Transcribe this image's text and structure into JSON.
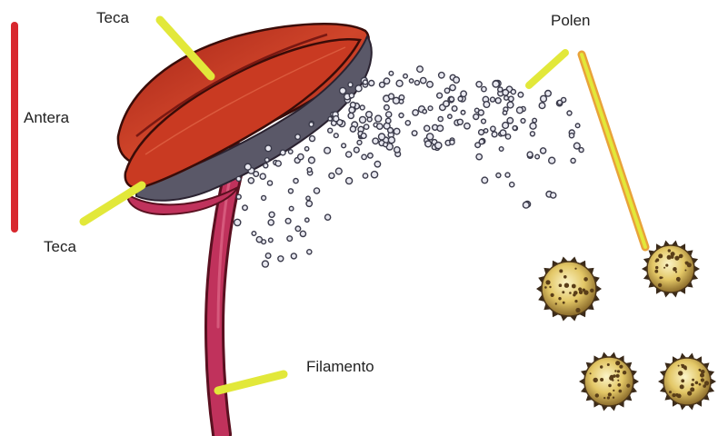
{
  "labels": {
    "teca_top": "Teca",
    "antera": "Antera",
    "teca_bottom": "Teca",
    "polen": "Polen",
    "filamento": "Filamento"
  },
  "colors": {
    "anther_fill": "#c8321e",
    "anther_dark": "#8e1a14",
    "filament": "#c0325c",
    "pointer_yellow": "#e2e83a",
    "antera_bar": "#d8282e",
    "pollen_grain": "#e8d070",
    "pollen_dot": "#3a3a4a"
  },
  "icons": {
    "anther": "anther-illustration",
    "filament": "filament-stalk",
    "pollen": "pollen-grain"
  }
}
